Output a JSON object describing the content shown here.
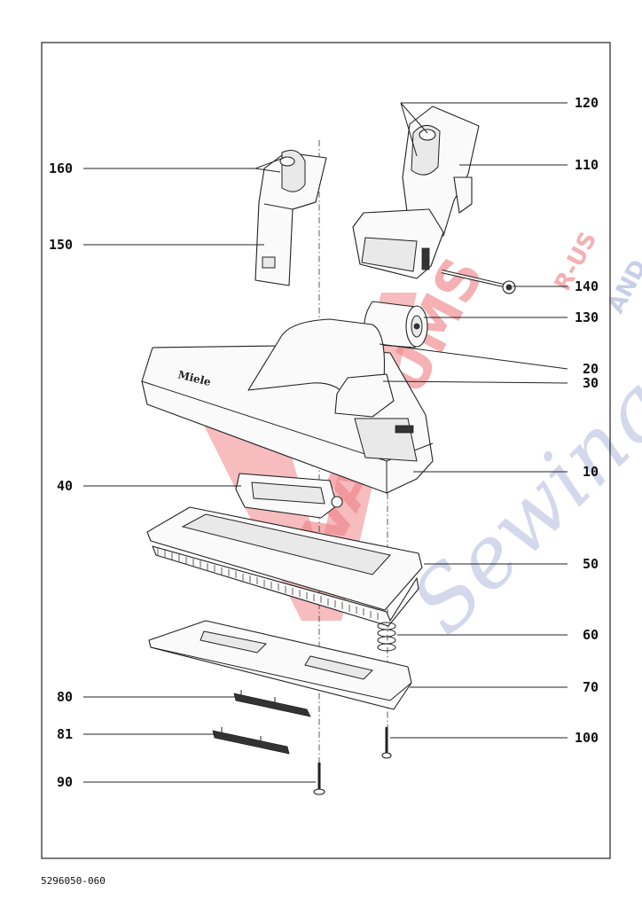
{
  "document_number": "5296050-060",
  "brand_logo": "Miele",
  "watermark": {
    "brand_line1": "VACUUMS",
    "brand_line2": "R-US",
    "connector": "AND",
    "brand_line3": "Sewing too",
    "red": "#e2232a",
    "blue": "#6f7fc4"
  },
  "callouts": [
    {
      "id": "c120",
      "label": "120"
    },
    {
      "id": "c110",
      "label": "110"
    },
    {
      "id": "c160",
      "label": "160"
    },
    {
      "id": "c150",
      "label": "150"
    },
    {
      "id": "c140",
      "label": "140"
    },
    {
      "id": "c130",
      "label": "130"
    },
    {
      "id": "c20",
      "label": "20"
    },
    {
      "id": "c30",
      "label": "30"
    },
    {
      "id": "c10",
      "label": "10"
    },
    {
      "id": "c40",
      "label": "40"
    },
    {
      "id": "c50",
      "label": "50"
    },
    {
      "id": "c60",
      "label": "60"
    },
    {
      "id": "c70",
      "label": "70"
    },
    {
      "id": "c80",
      "label": "80"
    },
    {
      "id": "c100",
      "label": "100"
    },
    {
      "id": "c81",
      "label": "81"
    },
    {
      "id": "c90",
      "label": "90"
    }
  ]
}
